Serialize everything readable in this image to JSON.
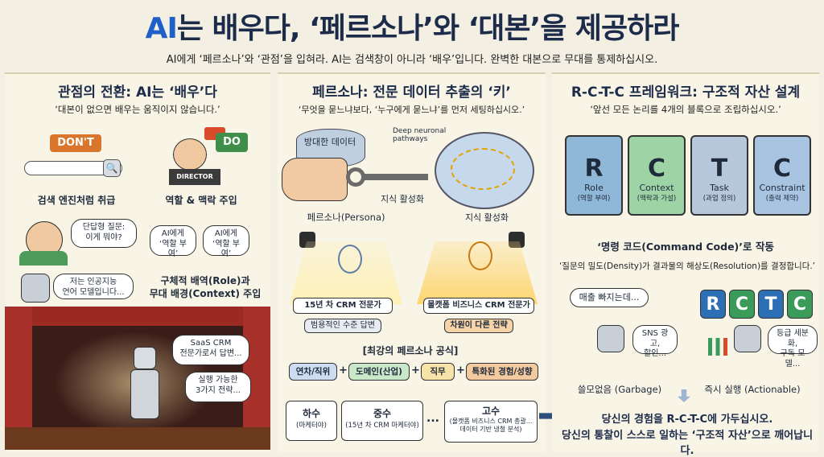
{
  "header": {
    "title_ai": "AI",
    "title_rest": "는 배우다, ‘페르소나’와 ‘대본’을 제공하라",
    "subtitle": "AI에게 ‘페르소나’와 ‘관점’을 입혀라. AI는 검색창이 아니라 ‘배우’입니다. 완벽한 대본으로 무대를 통제하십시오."
  },
  "panel1": {
    "heading": "관점의 전환: AI는 ‘배우’다",
    "sub": "‘대본이 없으면 배우는 움직이지 않습니다.’",
    "dont_sign": "DON'T",
    "do_sign": "DO",
    "director_label": "DIRECTOR",
    "left_caption": "검색 엔진처럼 취급",
    "right_caption": "역할 & 맥락 주입",
    "user_bubble": "단답형 질문:\n이게 뭐야?",
    "bubble_a": "AI에게\n‘역할 부여’",
    "bubble_b": "AI에게\n‘역할 부여’",
    "robot_bubble": "저는 인공지능\n언어 모델입니다...",
    "right_caption2": "구체적 배역(Role)과\n무대 배경(Context) 주입",
    "stage_bubble1": "SaaS CRM\n전문가로서 답변...",
    "stage_bubble2": "실행 가능한\n3가지 전략..."
  },
  "panel2": {
    "heading": "페르소나: 전문 데이터 추출의 ‘키’",
    "sub": "‘무엇을 묻느냐보다, ‘누구에게 묻느냐’를 먼저 세팅하십시오.’",
    "data_label": "방대한 데이터",
    "deep_label": "Deep neuronal\npathways",
    "activation1": "지식 활성화",
    "activation2": "지식 활성화",
    "persona_label": "페르소나(Persona)",
    "left_spot": "15년 차 CRM 전문가",
    "right_spot": "몰캣폼 비즈니스 CRM 전문가",
    "left_result": "범용적인 수준 답변",
    "right_result": "차원이 다른 전략",
    "formula_title": "[최강의 페르소나 공식]",
    "formula": [
      "연차/직위",
      "도메인(산업)",
      "직무",
      "특화된 경험/성향"
    ],
    "levels": [
      {
        "title": "하수",
        "desc": "(마케터야)"
      },
      {
        "title": "중수",
        "desc": "(15년 차 CRM 마케터야)"
      },
      {
        "title": "고수",
        "desc": "(몰캣폼 비즈니스 CRM 총괄...\n데이터 기반 냉철 분석)"
      }
    ],
    "ellipsis": "..."
  },
  "panel3": {
    "heading": "R-C-T-C 프레임워크: 구조적 자산 설계",
    "sub": "‘앞선 모든 논리를 4개의 블록으로 조립하십시오.’",
    "blocks": [
      {
        "letter": "R",
        "name": "Role",
        "desc": "(역할 부여)",
        "color": "#8fb8d8"
      },
      {
        "letter": "C",
        "name": "Context",
        "desc": "(맥락과 가설)",
        "color": "#9ed3a6"
      },
      {
        "letter": "T",
        "name": "Task",
        "desc": "(과업 정의)",
        "color": "#b7c7dc"
      },
      {
        "letter": "C",
        "name": "Constraint",
        "desc": "(출력 제약)",
        "color": "#a9c4e0"
      }
    ],
    "command": "‘명령 코드(Command Code)’로 작동",
    "density": "‘질문의 밀도(Density)가 결과물의 해상도(Resolution)를 결정합니다.’",
    "left_bubble": "매출 빠지는데...",
    "garbage_bubble": "SNS 광고,\n할인...",
    "tiles": [
      {
        "letter": "R",
        "color": "#2d6fb5"
      },
      {
        "letter": "C",
        "color": "#3a9b5a"
      },
      {
        "letter": "T",
        "color": "#2d6fb5"
      },
      {
        "letter": "C",
        "color": "#3a9b5a"
      }
    ],
    "action_bubble": "등급 세분화,\n구독 모델...",
    "left_caption": "쓸모없음 (Garbage)",
    "right_caption": "즉시 실행 (Actionable)",
    "bottom1": "당신의 경험을 R-C-T-C에 가두십시오.",
    "bottom2": "당신의 통찰이 스스로 일하는 ‘구조적 자산’으로 깨어납니다."
  }
}
